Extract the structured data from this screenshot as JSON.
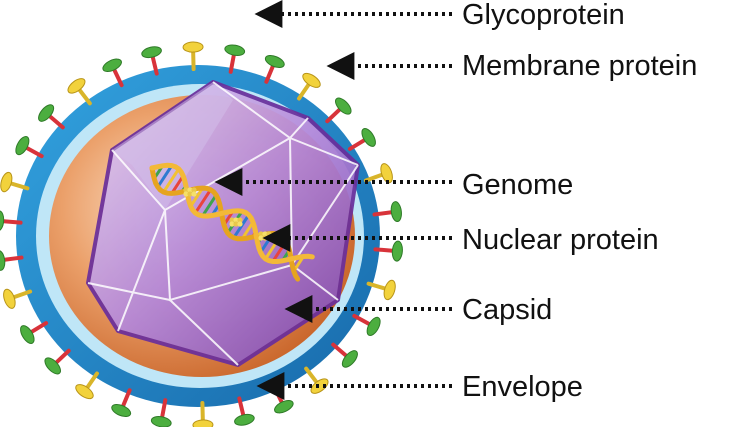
{
  "labels": {
    "glycoprotein": "Glycoprotein",
    "membrane_protein": "Membrane protein",
    "genome": "Genome",
    "nuclear_protein": "Nuclear protein",
    "capsid": "Capsid",
    "envelope": "Envelope"
  },
  "colors": {
    "envelope_outer": "#1f86c8",
    "envelope_inner": "#bfe6f7",
    "interior": "#d9772e",
    "capsid": "#8a55b8",
    "glycoprotein_head": "#4cae3f",
    "glycoprotein_stem": "#d8333a",
    "membrane_protein_head": "#f2d23c",
    "dna_strand": "#e6a41f"
  }
}
